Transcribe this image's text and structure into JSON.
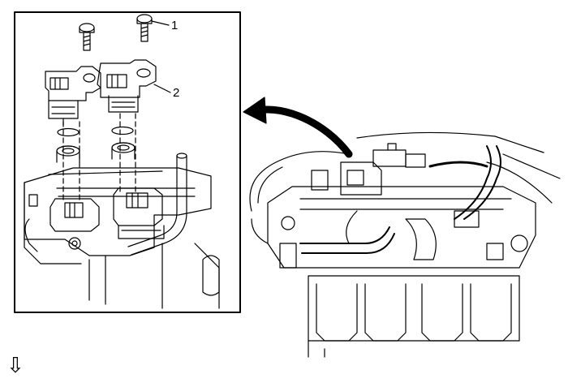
{
  "diagram": {
    "callouts": [
      {
        "id": "1",
        "label": "1"
      },
      {
        "id": "2",
        "label": "2"
      }
    ],
    "nav_icon": "down-arrow-icon",
    "nav_symbol": "⇩",
    "colors": {
      "line": "#000000",
      "background": "#ffffff"
    }
  }
}
